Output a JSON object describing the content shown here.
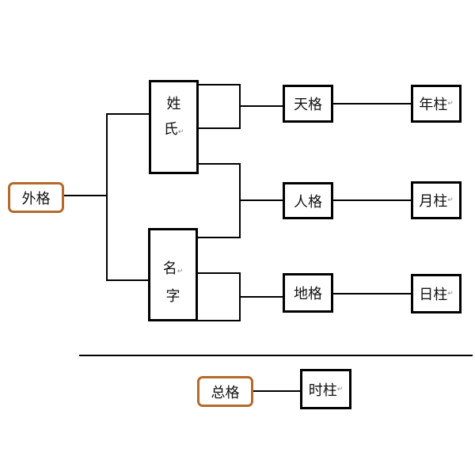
{
  "nodes": {
    "waige": "外格",
    "surname": [
      "姓",
      "氏"
    ],
    "given_name": [
      "名",
      "字"
    ],
    "tiange": "天格",
    "renge": "人格",
    "dige": "地格",
    "nianzhu": "年柱",
    "yuezhu": "月柱",
    "rizhu": "日柱",
    "zongge": "总格",
    "shizhu": "时柱"
  },
  "return_mark": "↵",
  "colors": {
    "rounded_border": "#b5692a",
    "box_border": "#000000"
  }
}
